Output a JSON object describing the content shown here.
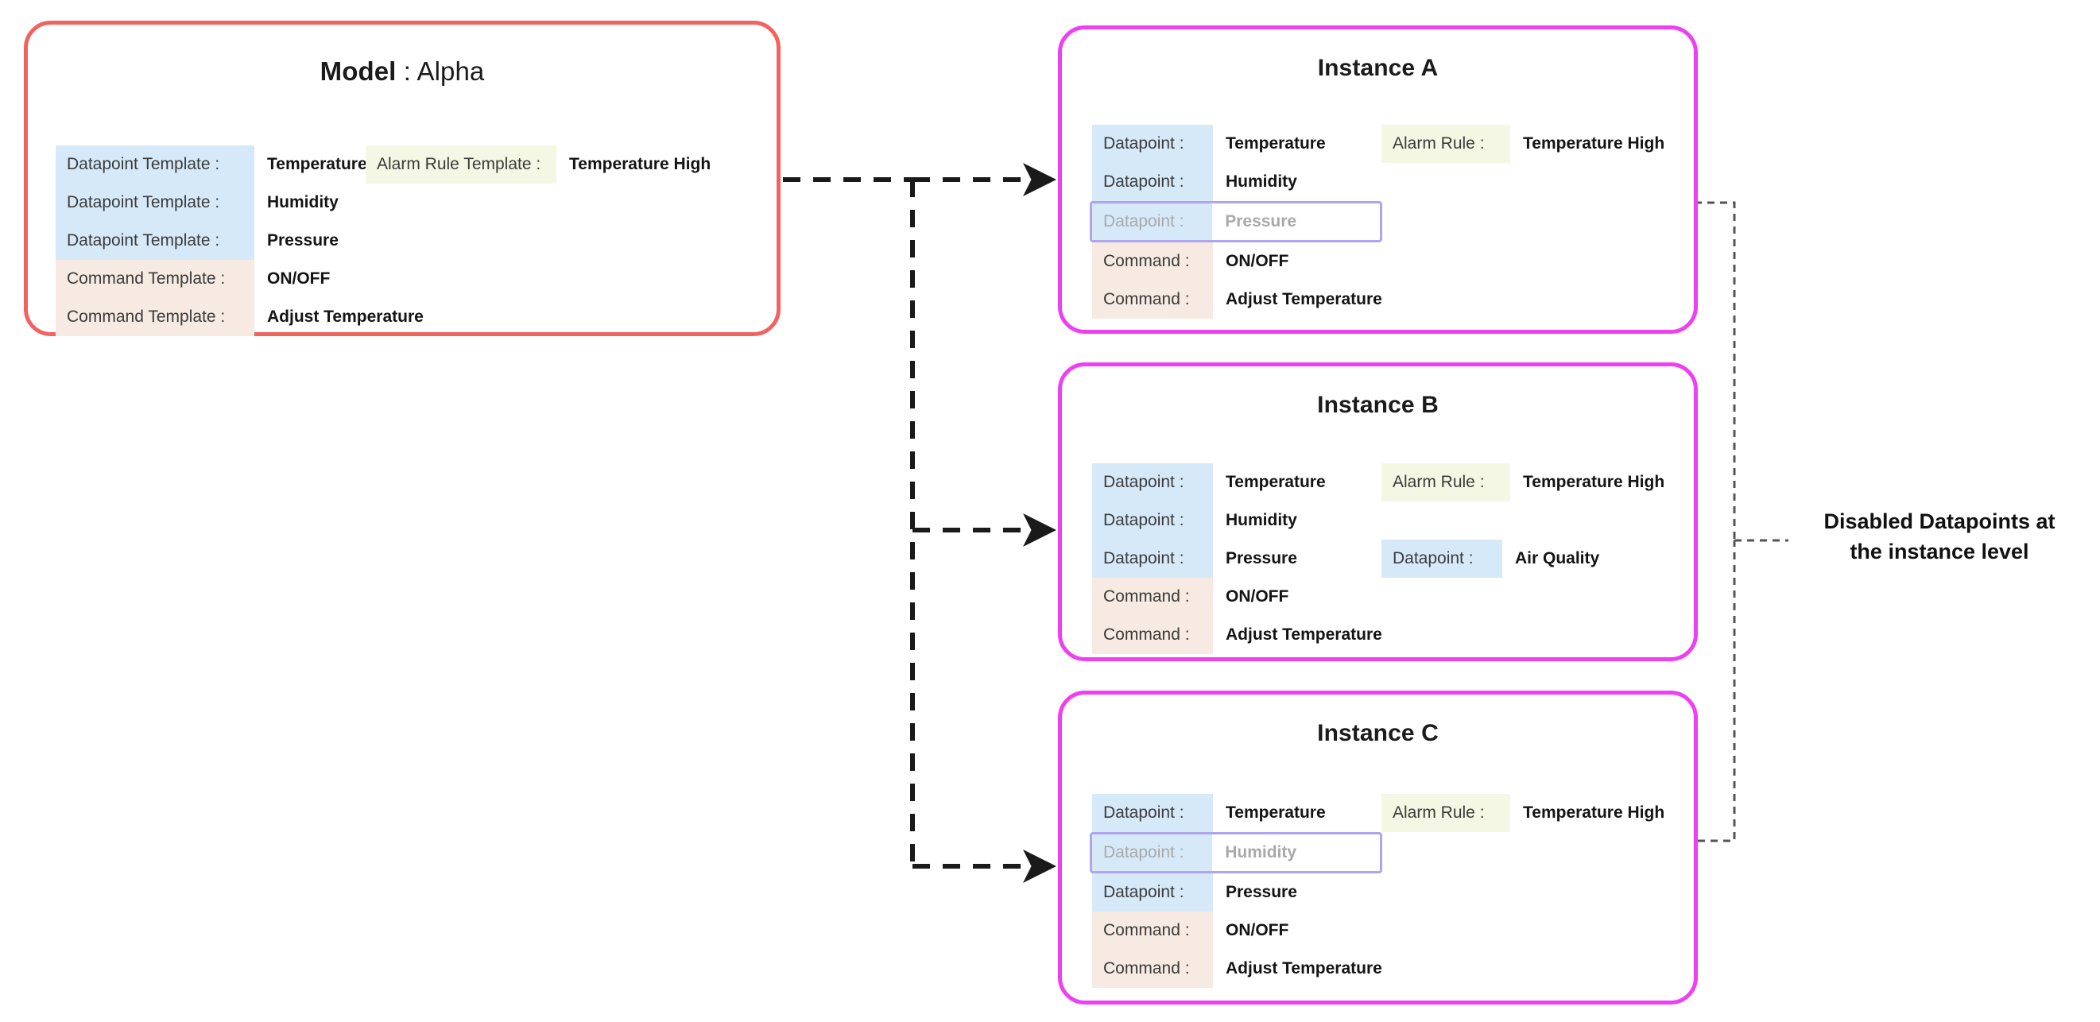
{
  "colors": {
    "model_border": "#f2625f",
    "instance_border": "#ee3ff3",
    "datapoint_chip": "#d6e9f9",
    "command_chip": "#f6eae3",
    "alarm_chip": "#f4f7e3",
    "disabled_outline": "#b0a4ec",
    "disabled_text": "#a9a9a9",
    "connector": "#1a1a1a",
    "callout": "#555555"
  },
  "model": {
    "title_label": "Model",
    "title_separator": " : ",
    "title_value": "Alpha",
    "rows": [
      {
        "key": "Datapoint Template :",
        "kind": "datapoint",
        "value": "Temperature",
        "extra_key": "Alarm Rule Template :",
        "extra_kind": "alarm",
        "extra_value": "Temperature High",
        "disabled": false
      },
      {
        "key": "Datapoint Template :",
        "kind": "datapoint",
        "value": "Humidity",
        "disabled": false
      },
      {
        "key": "Datapoint Template :",
        "kind": "datapoint",
        "value": "Pressure",
        "disabled": false
      },
      {
        "key": "Command Template :",
        "kind": "command",
        "value": "ON/OFF",
        "disabled": false
      },
      {
        "key": "Command Template :",
        "kind": "command",
        "value": "Adjust Temperature",
        "disabled": false
      }
    ]
  },
  "instances": [
    {
      "title": "Instance A",
      "rows": [
        {
          "key": "Datapoint :",
          "kind": "datapoint",
          "value": "Temperature",
          "extra_key": "Alarm Rule :",
          "extra_kind": "alarm",
          "extra_value": "Temperature High",
          "disabled": false
        },
        {
          "key": "Datapoint :",
          "kind": "datapoint",
          "value": "Humidity",
          "disabled": false
        },
        {
          "key": "Datapoint :",
          "kind": "datapoint",
          "value": "Pressure",
          "disabled": true
        },
        {
          "key": "Command :",
          "kind": "command",
          "value": "ON/OFF",
          "disabled": false
        },
        {
          "key": "Command :",
          "kind": "command",
          "value": "Adjust Temperature",
          "disabled": false
        }
      ]
    },
    {
      "title": "Instance B",
      "rows": [
        {
          "key": "Datapoint :",
          "kind": "datapoint",
          "value": "Temperature",
          "extra_key": "Alarm Rule :",
          "extra_kind": "alarm",
          "extra_value": "Temperature High",
          "disabled": false
        },
        {
          "key": "Datapoint :",
          "kind": "datapoint",
          "value": "Humidity",
          "disabled": false
        },
        {
          "key": "Datapoint :",
          "kind": "datapoint",
          "value": "Pressure",
          "extra_key": "Datapoint :",
          "extra_kind": "datapoint",
          "extra_value": "Air Quality",
          "disabled": false
        },
        {
          "key": "Command :",
          "kind": "command",
          "value": "ON/OFF",
          "disabled": false
        },
        {
          "key": "Command :",
          "kind": "command",
          "value": "Adjust Temperature",
          "disabled": false
        }
      ]
    },
    {
      "title": "Instance C",
      "rows": [
        {
          "key": "Datapoint :",
          "kind": "datapoint",
          "value": "Temperature",
          "extra_key": "Alarm Rule :",
          "extra_kind": "alarm",
          "extra_value": "Temperature High",
          "disabled": false
        },
        {
          "key": "Datapoint :",
          "kind": "datapoint",
          "value": "Humidity",
          "disabled": true
        },
        {
          "key": "Datapoint :",
          "kind": "datapoint",
          "value": "Pressure",
          "disabled": false
        },
        {
          "key": "Command :",
          "kind": "command",
          "value": "ON/OFF",
          "disabled": false
        },
        {
          "key": "Command :",
          "kind": "command",
          "value": "Adjust Temperature",
          "disabled": false
        }
      ]
    }
  ],
  "annotation": {
    "line1": "Disabled Datapoints at",
    "line2": "the instance level"
  }
}
